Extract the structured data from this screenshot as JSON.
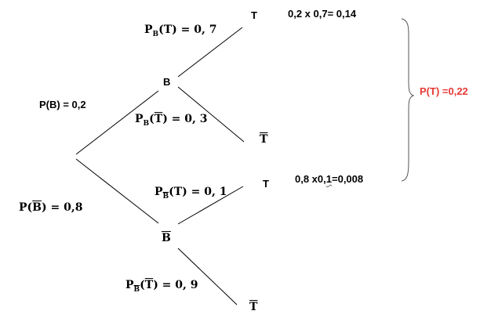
{
  "nodes": {
    "B": "B",
    "not_B": "B",
    "T_upper": "T",
    "not_T_upper": "T",
    "T_lower": "T",
    "not_T_lower": "T"
  },
  "edge_labels": {
    "P_B_left": "P(B) = 0,2",
    "P_notB_left": "P(",
    "P_notB_bar": "B",
    "P_notB_right": ") = 0,8",
    "PB_T_P": "P",
    "PB_T_sub": "B",
    "PB_T_rest": "(T) = 0, 7",
    "PB_notT_P": "P",
    "PB_notT_sub": "B",
    "PB_notT_open": "(",
    "PB_notT_bar": "T",
    "PB_notT_rest": ") = 0, 3",
    "PnB_T_P": "P",
    "PnB_T_sub": "B",
    "PnB_T_rest": "(T) = 0, 1",
    "PnB_notT_P": "P",
    "PnB_notT_sub": "B",
    "PnB_notT_open": "(",
    "PnB_notT_bar": "T",
    "PnB_notT_rest": ") = 0, 9"
  },
  "products": {
    "upper": "0,2 x 0,7= 0,14",
    "lower_a": "0,8 x0,",
    "lower_b": "1",
    "lower_c": "=0,008"
  },
  "result": {
    "text": "P(T) =0,22",
    "color": "#e53935"
  }
}
